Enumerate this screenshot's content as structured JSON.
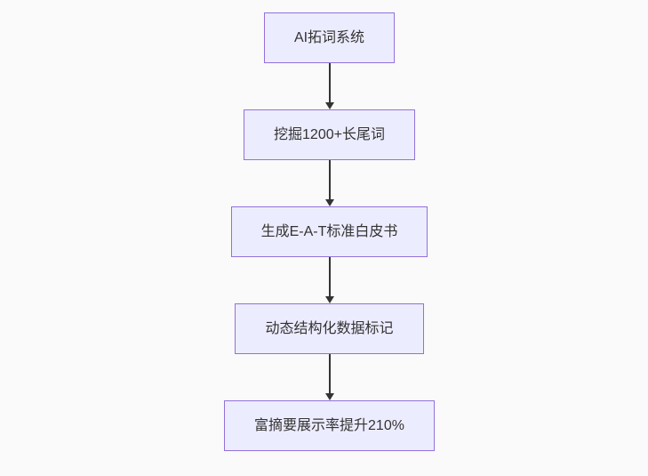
{
  "page": {
    "background": "#fafafa"
  },
  "flowchart": {
    "type": "flowchart-top-down",
    "colors": {
      "node_fill": "#ECECFF",
      "node_border": "#9370DB",
      "text": "#333333",
      "arrow": "#333333"
    },
    "nodes": [
      {
        "id": "step-1",
        "label": "AI拓词系统"
      },
      {
        "id": "step-2",
        "label": "挖掘1200+长尾词"
      },
      {
        "id": "step-3",
        "label": "生成E-A-T标准白皮书"
      },
      {
        "id": "step-4",
        "label": "动态结构化数据标记"
      },
      {
        "id": "step-5",
        "label": "富摘要展示率提升210%"
      }
    ],
    "edges": [
      {
        "from": "step-1",
        "to": "step-2"
      },
      {
        "from": "step-2",
        "to": "step-3"
      },
      {
        "from": "step-3",
        "to": "step-4"
      },
      {
        "from": "step-4",
        "to": "step-5"
      }
    ]
  }
}
